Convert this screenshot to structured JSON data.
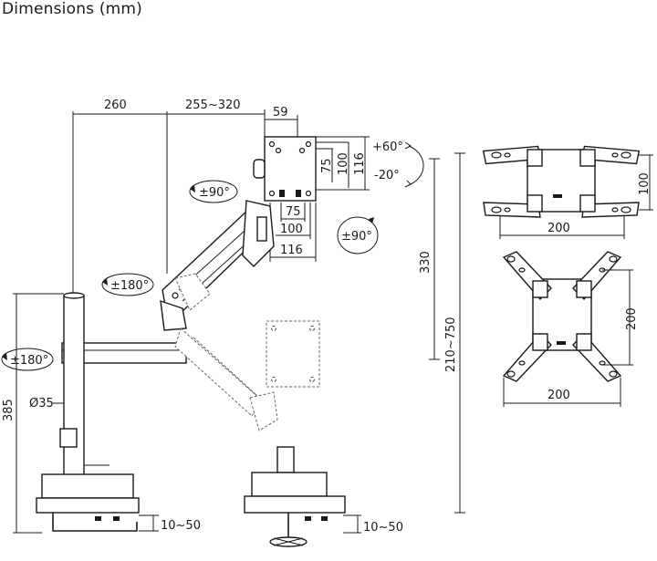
{
  "title": "Dimensions (mm)",
  "labels": {
    "reach_base": "260",
    "reach_arm": "255~320",
    "plate_depth": "59",
    "vesa_h_75": "75",
    "vesa_h_100": "100",
    "vesa_h_116": "116",
    "vesa_w_75": "75",
    "vesa_w_100": "100",
    "vesa_w_116": "116",
    "tilt_up": "+60°",
    "tilt_down": "-20°",
    "rotate_plate": "±90°",
    "swivel_head": "±90°",
    "swivel_arm": "±180°",
    "swivel_base": "±180°",
    "pole_height": "385",
    "pole_diameter": "Ø35",
    "height_range": "330",
    "height_total": "210~750",
    "desk_clamp": "10~50",
    "desk_grommet": "10~50",
    "adapter1_h": "100",
    "adapter1_w": "200",
    "adapter2_h": "200",
    "adapter2_w": "200"
  }
}
